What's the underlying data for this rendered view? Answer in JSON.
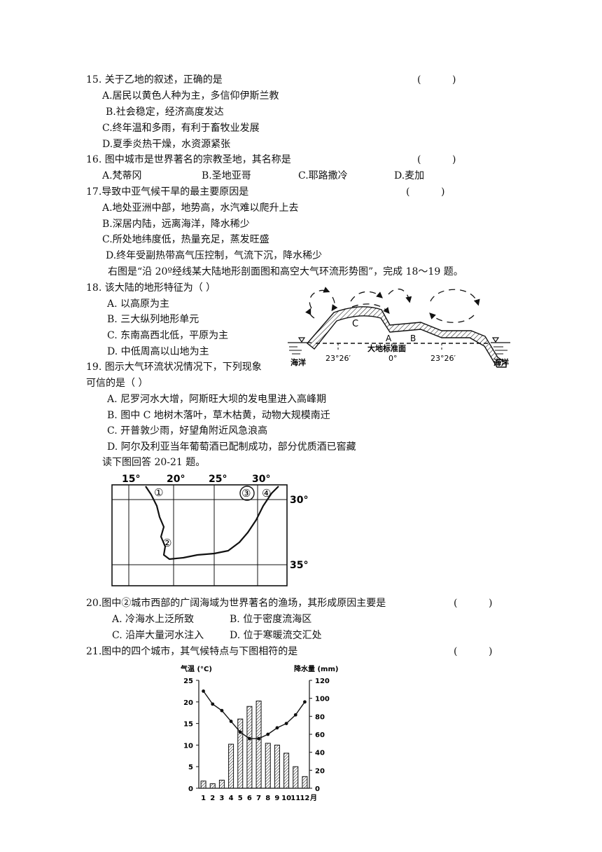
{
  "questions": {
    "q15": {
      "stem": "15.  关于乙地的叙述，正确的是",
      "paren": "(          )",
      "options": [
        "A.居民以黄色人种为主，多信仰伊斯兰教",
        "B.社会稳定，经济高度发达",
        "C.终年温和多雨，有利于畜牧业发展",
        "D.夏季炎热干燥，水资源紧张"
      ]
    },
    "q16": {
      "stem": "16.  图中城市是世界著名的宗教圣地，其名称是",
      "paren": "(          )",
      "options": [
        "A.梵蒂冈",
        "B.圣地亚哥",
        "C.耶路撒冷",
        "D.麦加"
      ]
    },
    "q17": {
      "stem": "17.导致中亚气候干旱的最主要原因是",
      "paren": "(          )",
      "options": [
        "A.地处亚洲中部，地势高，水汽难以爬升上去",
        "B.深居内陆，远离海洋，降水稀少",
        "C.所处地纬度低，热量充足，蒸发旺盛",
        "D.终年受副热带高气压控制，气流下沉，降水稀少"
      ]
    },
    "intro_18_19": "右图是“沿 20º经线某大陆地形剖面图和高空大气环流形势图”，完成 18～19 题。",
    "q18": {
      "stem": "18.  该大陆的地形特征为（        ）",
      "options": [
        "A.  以高原为主",
        "B.  三大纵列地形单元",
        "C.  东南高西北低，平原为主",
        "D.  中低周高以山地为主"
      ]
    },
    "q19": {
      "stem_1": "19.  图示大气环流状况情况下，下列现象",
      "stem_2": "可信的是（        ）",
      "options": [
        "A.  尼罗河水大增，阿斯旺大坝的发电里进入高峰期",
        "B.  图中 C 地树木落叶，草木枯黄，动物大规模南迁",
        "C.  开普敦少雨，好望角附近风急浪高",
        "D.  阿尔及利亚当年葡萄酒已配制成功，部分优质酒已窖藏"
      ]
    },
    "intro_20_21": "读下图回答 20-21 题。",
    "q20": {
      "stem": "20.图中②城市西部的广阔海域为世界著名的渔场，其形成原因主要是",
      "paren": "(          )",
      "options": [
        "A.  冷海水上泛所致",
        "B.  位于密度流海区",
        "C.  沿岸大量河水注入",
        "D.  位于寒暖流交汇处"
      ]
    },
    "q21": {
      "stem": "21.图中的四个城市，其气候特点与下图相符的是",
      "paren": "(          )"
    }
  },
  "profile_figure": {
    "labels": {
      "c": "C",
      "a": "A",
      "b": "B",
      "sea_left": "海洋",
      "sea_right": "海洋",
      "datum": "大地标准面",
      "lat_left": "23°26′",
      "lat_mid": "0°",
      "lat_right": "23°26′"
    }
  },
  "map_figure": {
    "lon_labels": [
      "15°",
      "20°",
      "25°",
      "30°"
    ],
    "lat_labels": [
      "30°",
      "35°"
    ],
    "city_markers": [
      "①",
      "②",
      "③",
      "④"
    ]
  },
  "chart_data": {
    "type": "bar",
    "categories": [
      "1",
      "2",
      "3",
      "4",
      "5",
      "6",
      "7",
      "8",
      "9",
      "10",
      "11",
      "12"
    ],
    "x_suffix": "月",
    "series": [
      {
        "kind": "bar",
        "axis": "right",
        "values": [
          8,
          5,
          9,
          49,
          77,
          91,
          97,
          50,
          48,
          39,
          24,
          13
        ]
      },
      {
        "kind": "line",
        "axis": "left",
        "values": [
          22.5,
          19.5,
          18,
          15.5,
          13,
          11.5,
          11.5,
          12.5,
          14,
          15,
          17,
          20
        ]
      }
    ],
    "ylabel_left": "气温 (°C)",
    "ylabel_right": "降水量 (mm)",
    "ylim_left": [
      0,
      25
    ],
    "ylim_right": [
      0,
      120
    ],
    "yticks_left": [
      "0",
      "5",
      "10",
      "15",
      "20",
      "25"
    ],
    "yticks_right": [
      "0",
      "20",
      "40",
      "60",
      "80",
      "100",
      "120"
    ]
  }
}
